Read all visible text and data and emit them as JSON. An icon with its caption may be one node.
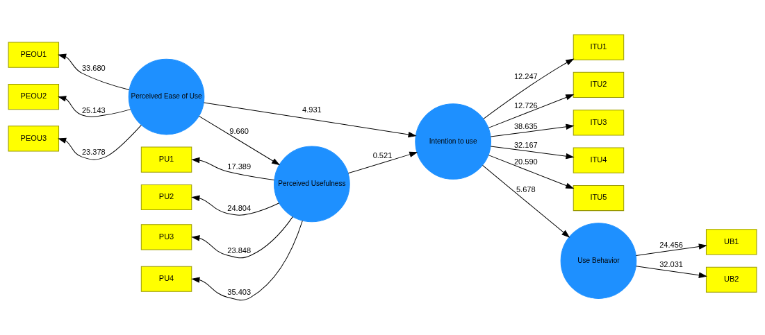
{
  "diagram": {
    "nodes": [
      {
        "text": [
          "PEOU1"
        ]
      },
      {
        "text": [
          "PEOU2"
        ]
      },
      {
        "text": [
          "PEOU3"
        ]
      },
      {
        "text": [
          "Perceived Ease of Use"
        ]
      },
      {
        "text": [
          "ITU1"
        ]
      },
      {
        "text": [
          "ITU2"
        ]
      },
      {
        "text": [
          "ITU3"
        ]
      },
      {
        "text": [
          "ITU4"
        ]
      },
      {
        "text": [
          "ITU5"
        ]
      },
      {
        "text": [
          "Intention to use"
        ]
      },
      {
        "text": [
          "Use Behavior"
        ]
      },
      {
        "text": [
          "UB1"
        ]
      },
      {
        "text": [
          "UB2"
        ]
      },
      {
        "text": [
          "PU1"
        ]
      },
      {
        "text": [
          "PU2"
        ]
      },
      {
        "text": [
          "PU3"
        ]
      },
      {
        "text": [
          "PU4"
        ]
      },
      {
        "text": [
          "Perceived Usefulness"
        ]
      }
    ],
    "edges": [
      {
        "from": 3,
        "to": 0,
        "arrow": "to",
        "label": "33.680"
      },
      {
        "from": 3,
        "to": 1,
        "arrow": "to",
        "label": "25.143"
      },
      {
        "from": 3,
        "to": 2,
        "arrow": "to",
        "label": "23.378"
      },
      {
        "from": 3,
        "to": 17,
        "arrow": "to",
        "label": "9.660"
      },
      {
        "from": 3,
        "to": 9,
        "arrow": "to",
        "label": "4.931"
      },
      {
        "from": 9,
        "to": 4,
        "arrow": "to",
        "label": "12.247"
      },
      {
        "from": 9,
        "to": 5,
        "arrow": "to",
        "label": "12.726"
      },
      {
        "from": 9,
        "to": 6,
        "arrow": "to",
        "label": "38.635"
      },
      {
        "from": 9,
        "to": 7,
        "arrow": "to",
        "label": "32.167"
      },
      {
        "from": 9,
        "to": 8,
        "arrow": "to",
        "label": "20.590"
      },
      {
        "from": 17,
        "to": 9,
        "arrow": "to",
        "label": "0.521"
      },
      {
        "from": 9,
        "to": 10,
        "arrow": "to",
        "label": "5.678"
      },
      {
        "from": 10,
        "to": 11,
        "arrow": "to",
        "label": "24.456"
      },
      {
        "from": 10,
        "to": 12,
        "arrow": "to",
        "label": "32.031"
      },
      {
        "from": 17,
        "to": 13,
        "arrow": "to",
        "label": "17.389"
      },
      {
        "from": 17,
        "to": 14,
        "arrow": "to",
        "label": "24.804"
      },
      {
        "from": 17,
        "to": 15,
        "arrow": "to",
        "label": "23.848"
      },
      {
        "from": 17,
        "to": 16,
        "arrow": "to",
        "label": "35.403"
      }
    ]
  }
}
